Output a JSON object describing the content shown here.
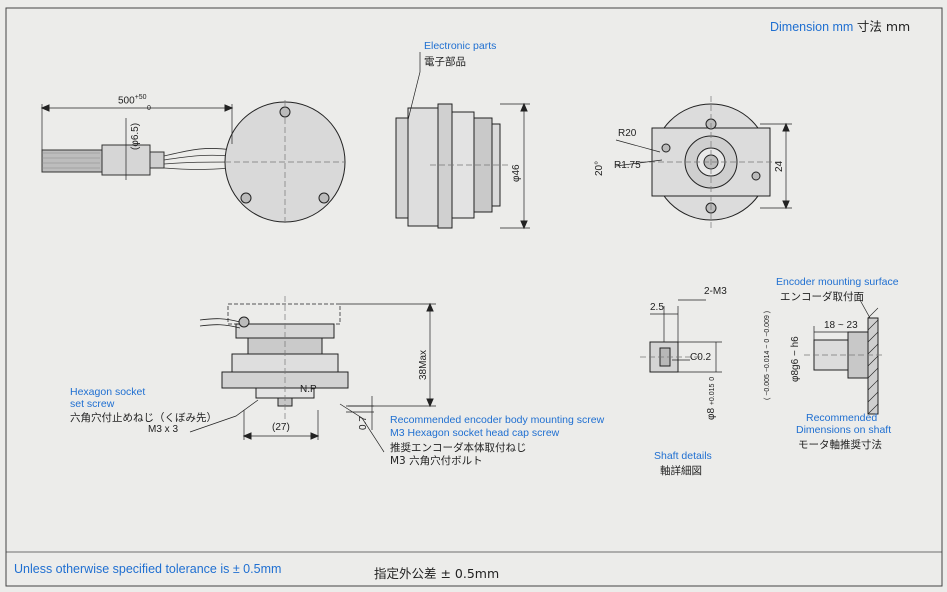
{
  "header": {
    "dimension_en": "Dimension mm",
    "dimension_jp": "寸法 mm"
  },
  "top_views": {
    "cable_length": "500",
    "cable_tol_upper": "+50",
    "cable_tol_lower": "0",
    "cable_dia": "(φ6.5)",
    "electronic_parts_en": "Electronic parts",
    "electronic_parts_jp": "電子部品",
    "body_dia": "φ46",
    "r20": "R20",
    "r175": "R1.75",
    "angle": "20°",
    "hole_pitch": "24"
  },
  "bottom_view": {
    "hex_set_screw_en_1": "Hexagon socket",
    "hex_set_screw_en_2": "set screw",
    "hex_set_screw_jp": "六角穴付止めねじ（くぼみ先）",
    "hex_set_screw_size": "M3 x 3",
    "np": "N.P",
    "width_27": "(27)",
    "height_38": "38Max",
    "dim_07": "0.7",
    "mount_screw_en_1": "Recommended encoder body mounting screw",
    "mount_screw_en_2": "M3 Hexagon socket head cap screw",
    "mount_screw_jp_1": "推奨エンコーダ本体取付ねじ",
    "mount_screw_jp_2": "M3 六角穴付ボルト"
  },
  "shaft_details": {
    "dim_25": "2.5",
    "dim_m3": "2-M3",
    "chamfer": "C0.2",
    "shaft_dia": "φ8",
    "shaft_tol_upper": "+0.015",
    "shaft_tol_lower": "0",
    "title_en": "Shaft details",
    "title_jp": "軸詳細図"
  },
  "recommended_shaft": {
    "mount_surface_en": "Encoder mounting surface",
    "mount_surface_jp": "エンコーダ取付面",
    "range": "18 ~ 23",
    "shaft_tol": "φ8g6 − h6",
    "shaft_tol_values": "( −0.005 −0.014 ~ 0 −0.009 )",
    "title_en_1": "Recommended",
    "title_en_2": "Dimensions on shaft",
    "title_jp": "モータ軸推奨寸法"
  },
  "footer": {
    "tolerance_en": "Unless otherwise specified tolerance is ± 0.5mm",
    "tolerance_jp": "指定外公差 ± 0.5mm"
  },
  "colors": {
    "accent": "#1f6fd1",
    "line": "#222222",
    "paper": "#ececea"
  }
}
